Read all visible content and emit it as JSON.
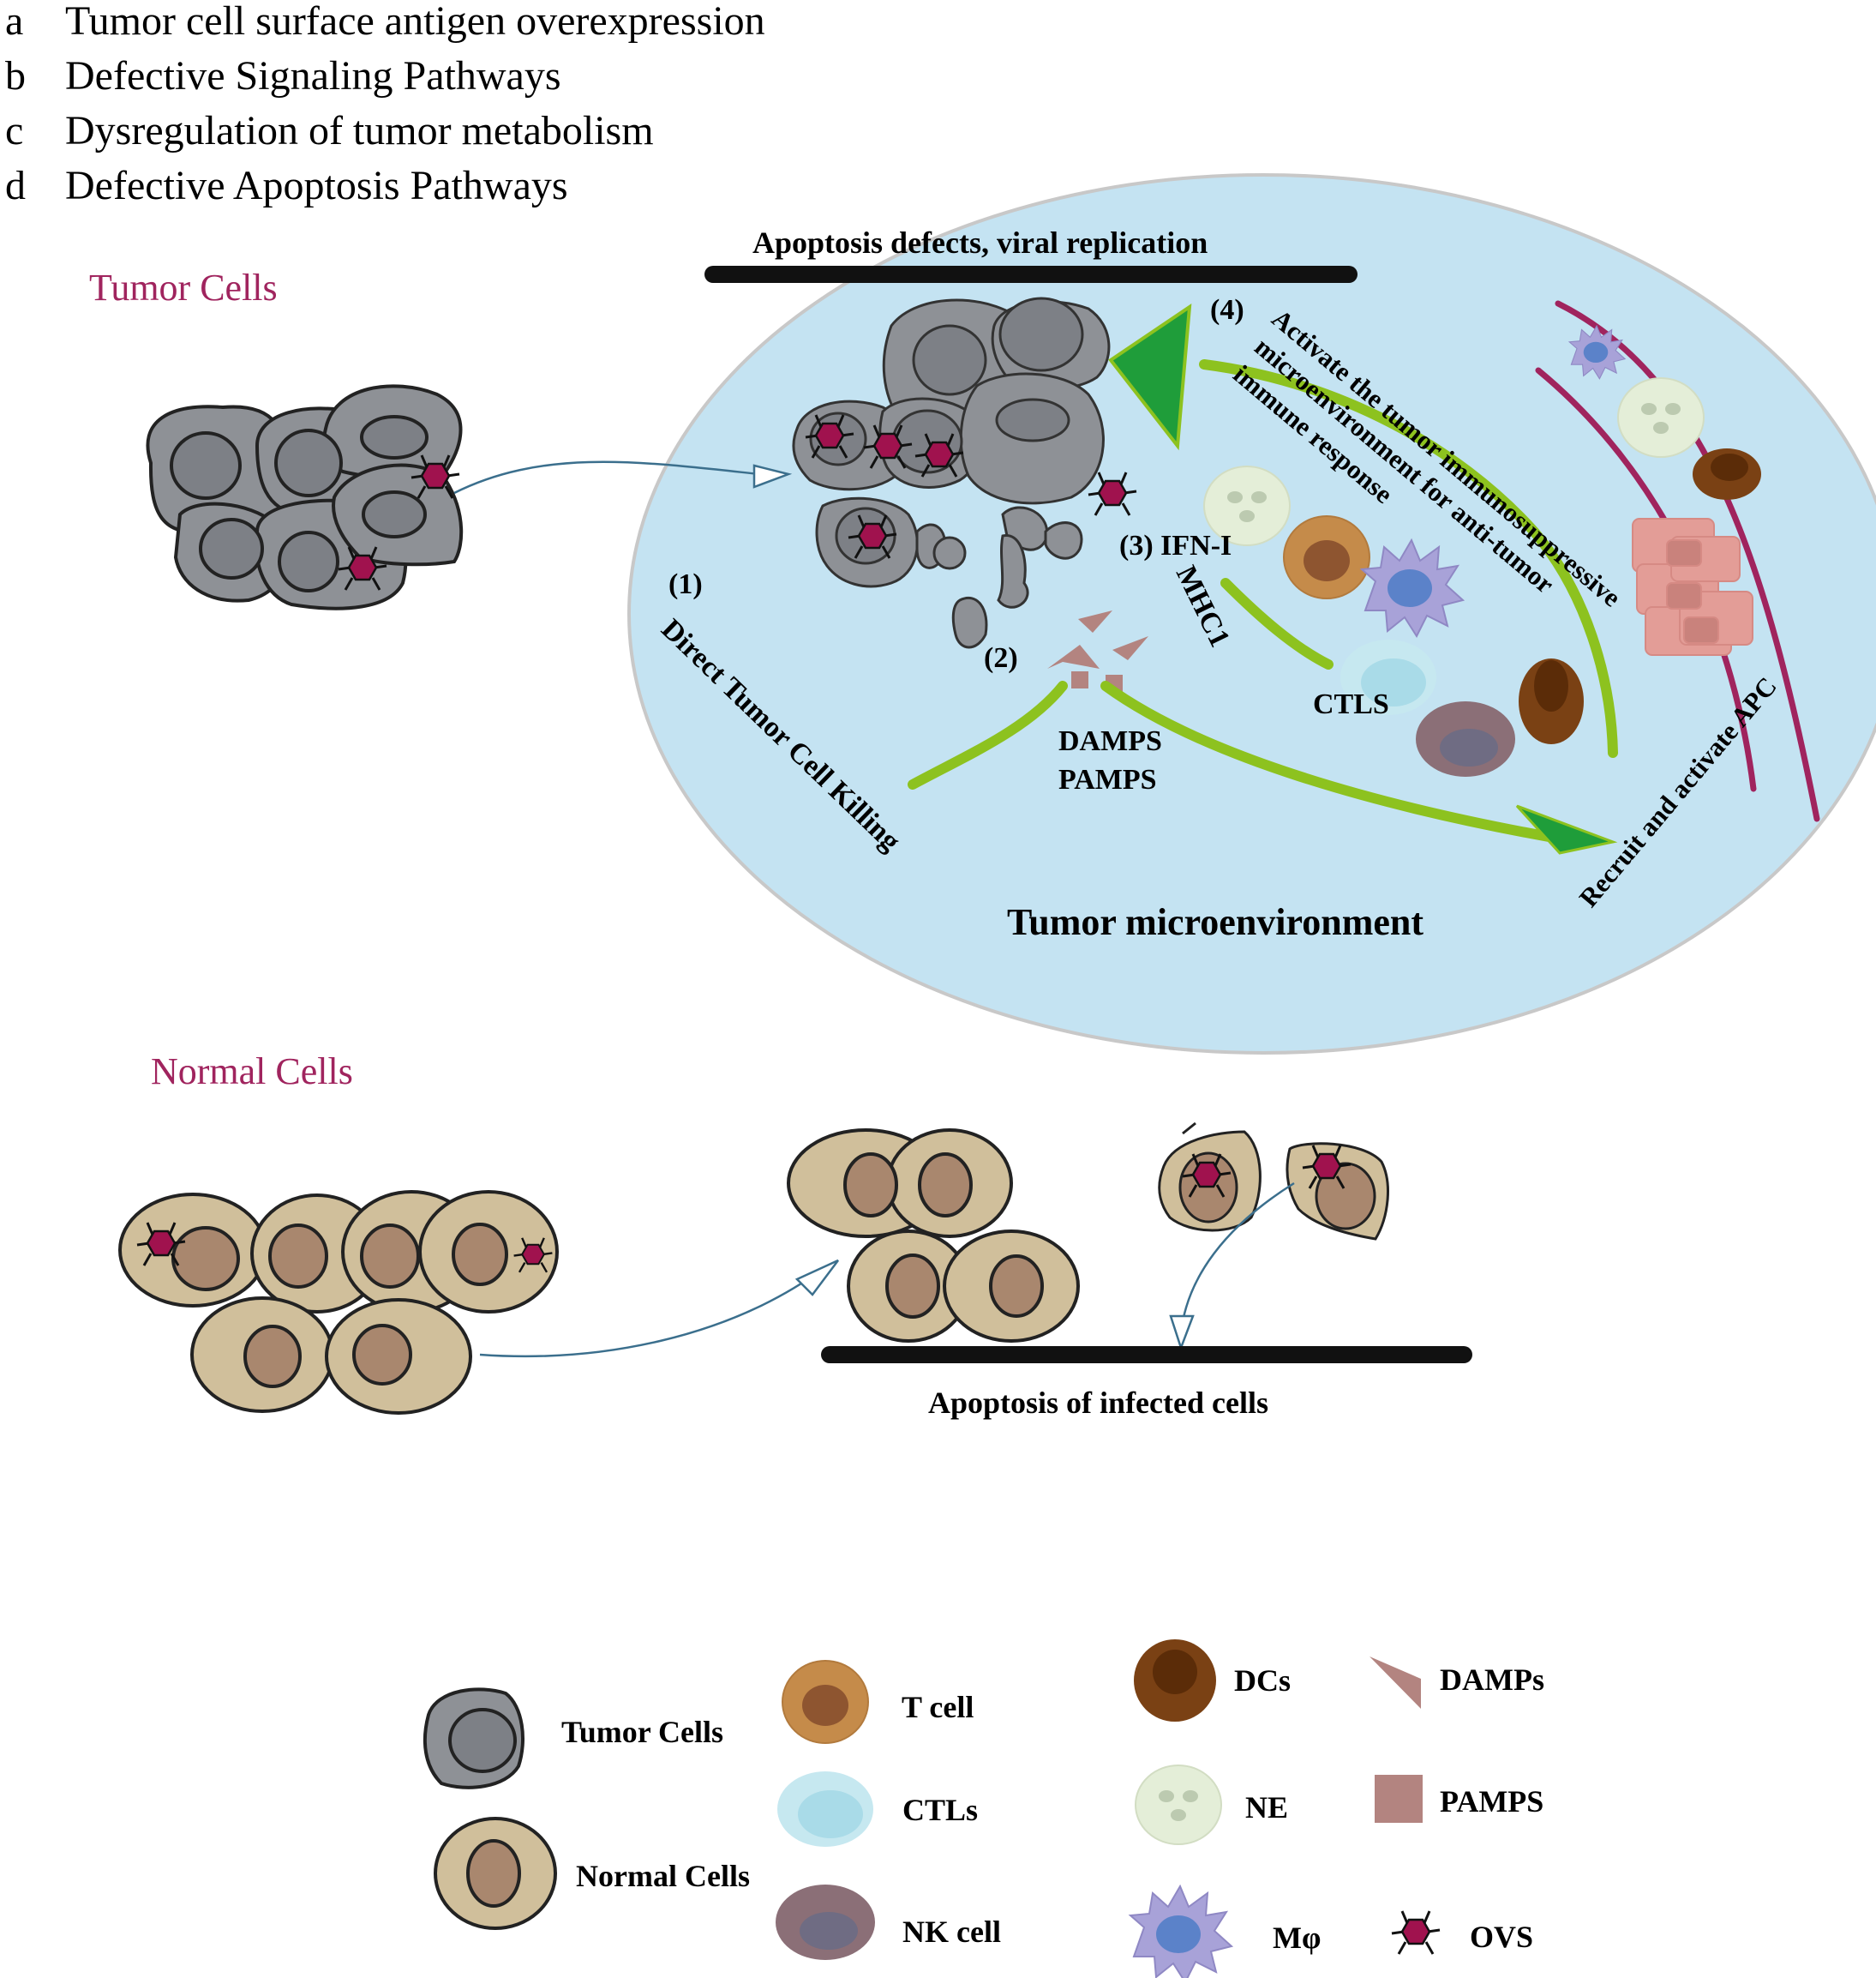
{
  "heading_list": [
    {
      "letter": "a",
      "text": "Tumor cell surface antigen overexpression"
    },
    {
      "letter": "b",
      "text": "Defective Signaling Pathways"
    },
    {
      "letter": "c",
      "text": "Dysregulation of tumor metabolism"
    },
    {
      "letter": "d",
      "text": "Defective Apoptosis Pathways"
    }
  ],
  "sections": {
    "tumor_cells_title": "Tumor Cells",
    "normal_cells_title": "Normal Cells"
  },
  "microenvironment": {
    "title": "Tumor microenvironment",
    "top_label": "Apoptosis defects, viral replication",
    "step1_num": "(1)",
    "step1_text": "Direct Tumor Cell Killing",
    "step2_num": "(2)",
    "damps": "DAMPS",
    "pamps": "PAMPS",
    "step3": "(3) IFN-I",
    "mhc": "MHC1",
    "ctls": "CTLS",
    "step4_num": "(4)",
    "step4_line1": "Activate the tumor immunosuppressive",
    "step4_line2": "microenvironment for anti-tumor",
    "step4_line3": "immune response",
    "recruit": "Recruit and activate APC"
  },
  "normal_label": "Apoptosis of infected cells",
  "legend": {
    "tumor": "Tumor Cells",
    "normal": "Normal Cells",
    "tcell": "T cell",
    "ctls": "CTLs",
    "nk": "NK cell",
    "dcs": "DCs",
    "ne": "NE",
    "mphi": "Mφ",
    "damps": "DAMPs",
    "pamps": "PAMPS",
    "ovs": "OVS"
  },
  "colors": {
    "ellipse_fill": "#c4e3f2",
    "tumor_cell": "#8e9196",
    "normal_cell": "#d0bf9b",
    "virus": "#a0124e",
    "arrow_green": "#8dc21f",
    "dark_green": "#1f9d3a",
    "title_magenta": "#a0245e",
    "vessel": "#a0245e"
  }
}
